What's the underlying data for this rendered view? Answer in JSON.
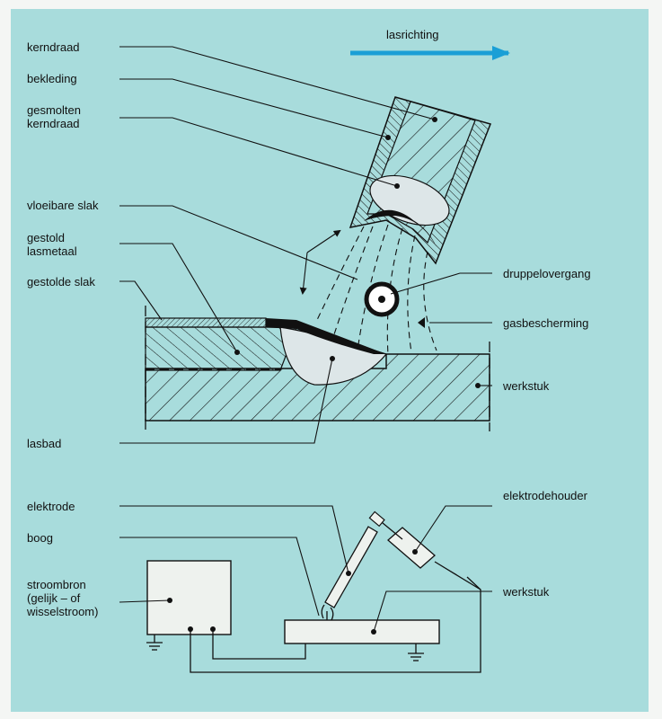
{
  "colors": {
    "background": "#a8dcdc",
    "page": "#f4f6f4",
    "line": "#111111",
    "weld_pool": "#dde6e8",
    "arrow": "#1a9fd6"
  },
  "icons": {
    "direction": "arrow-right-icon",
    "ground": "ground-icon"
  },
  "labels": {
    "lasrichting": "lasrichting",
    "kerndraad": "kerndraad",
    "bekleding": "bekleding",
    "gesmolten_kerndraad": "gesmolten\nkerndraad",
    "vloeibare_slak": "vloeibare slak",
    "gestold_lasmetaal": "gestold\nlasmetaal",
    "gestolde_slak": "gestolde slak",
    "druppelovergang": "druppelovergang",
    "gasbescherming": "gasbescherming",
    "werkstuk_top": "werkstuk",
    "lasbad": "lasbad",
    "elektrode": "elektrode",
    "boog": "boog",
    "stroombron": "stroombron\n(gelijk – of\nwisselstroom)",
    "elektrodehouder": "elektrodehouder",
    "werkstuk_bottom": "werkstuk"
  }
}
